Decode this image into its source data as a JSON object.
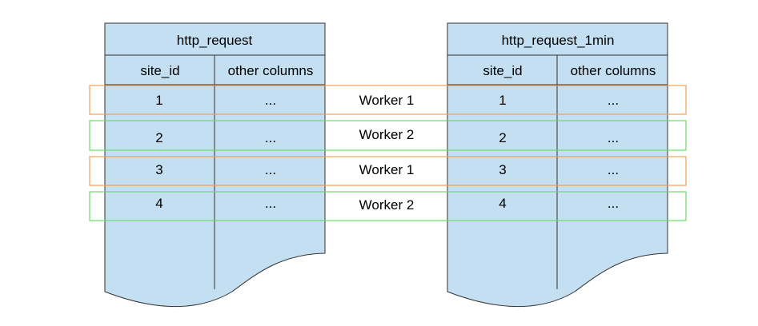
{
  "colors": {
    "table_fill": "#c5dff2",
    "table_stroke": "#333333",
    "worker_1": "#f0a050",
    "worker_2": "#66dd66"
  },
  "tables": [
    {
      "title": "http_request",
      "columns": [
        "site_id",
        "other columns"
      ],
      "rows": [
        [
          "1",
          "..."
        ],
        [
          "2",
          "..."
        ],
        [
          "3",
          "..."
        ],
        [
          "4",
          "..."
        ]
      ]
    },
    {
      "title": "http_request_1min",
      "columns": [
        "site_id",
        "other columns"
      ],
      "rows": [
        [
          "1",
          "..."
        ],
        [
          "2",
          "..."
        ],
        [
          "3",
          "..."
        ],
        [
          "4",
          "..."
        ]
      ]
    }
  ],
  "assignments": [
    {
      "worker": "Worker 1",
      "color": "#f0a050"
    },
    {
      "worker": "Worker 2",
      "color": "#66dd66"
    },
    {
      "worker": "Worker 1",
      "color": "#f0a050"
    },
    {
      "worker": "Worker 2",
      "color": "#66dd66"
    }
  ]
}
